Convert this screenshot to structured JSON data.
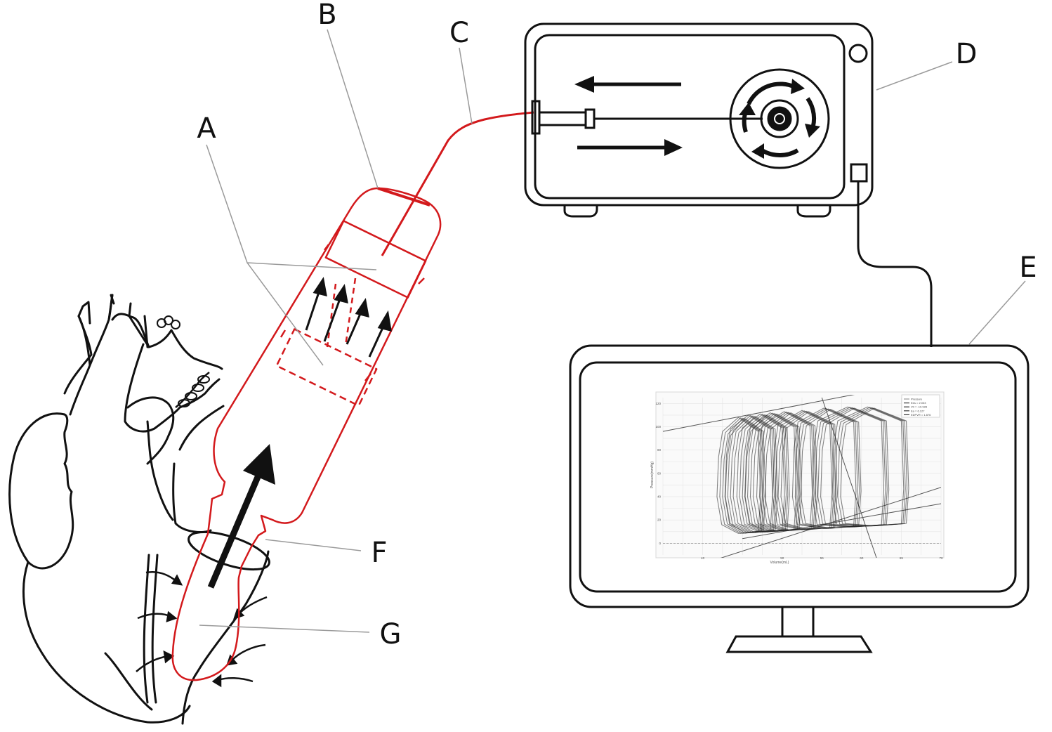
{
  "labels": {
    "A": "A",
    "B": "B",
    "C": "C",
    "D": "D",
    "E": "E",
    "F": "F",
    "G": "G"
  },
  "colors": {
    "device": "#d3191c",
    "ink": "#111111",
    "leader": "#9a9a9a"
  },
  "monitor_plot": {
    "legend": [
      "Pressure",
      "Ees = 2.033",
      "V0 = -19.928",
      "Ea = 6.127",
      "EDPVR = 1.876"
    ],
    "y_ticks": [
      "0",
      "20",
      "40",
      "60",
      "80",
      "100",
      "120"
    ],
    "x_ticks": [
      "40",
      "50",
      "55",
      "60",
      "65",
      "70"
    ],
    "y_axis_label": "Pressure(mmHg)",
    "x_axis_label": "Volume(mL)"
  },
  "chart_data": {
    "type": "line",
    "title": "",
    "xlabel": "Volume(mL)",
    "ylabel": "Pressure(mmHg)",
    "xlim": [
      35,
      70
    ],
    "ylim": [
      -10,
      125
    ],
    "grid": true,
    "legend_position": "top-right",
    "loop_series": [
      {
        "edv": 47.0,
        "esv": 42.0,
        "peak": 108
      },
      {
        "edv": 48.5,
        "esv": 43.0,
        "peak": 110
      },
      {
        "edv": 50.0,
        "esv": 44.5,
        "peak": 111
      },
      {
        "edv": 51.5,
        "esv": 45.5,
        "peak": 112
      },
      {
        "edv": 53.5,
        "esv": 47.0,
        "peak": 113
      },
      {
        "edv": 56.0,
        "esv": 49.0,
        "peak": 114
      },
      {
        "edv": 59.0,
        "esv": 51.5,
        "peak": 116
      },
      {
        "edv": 62.5,
        "esv": 54.0,
        "peak": 117
      },
      {
        "edv": 65.0,
        "esv": 56.5,
        "peak": 117
      }
    ],
    "reference_lines": [
      {
        "x": [
          35,
          70
        ],
        "y": [
          96,
          142
        ]
      },
      {
        "x": [
          38,
          70
        ],
        "y": [
          -22,
          48
        ]
      },
      {
        "x": [
          45,
          70
        ],
        "y": [
          4,
          34
        ]
      },
      {
        "x": [
          55,
          62
        ],
        "y": [
          125,
          -15
        ]
      }
    ]
  }
}
